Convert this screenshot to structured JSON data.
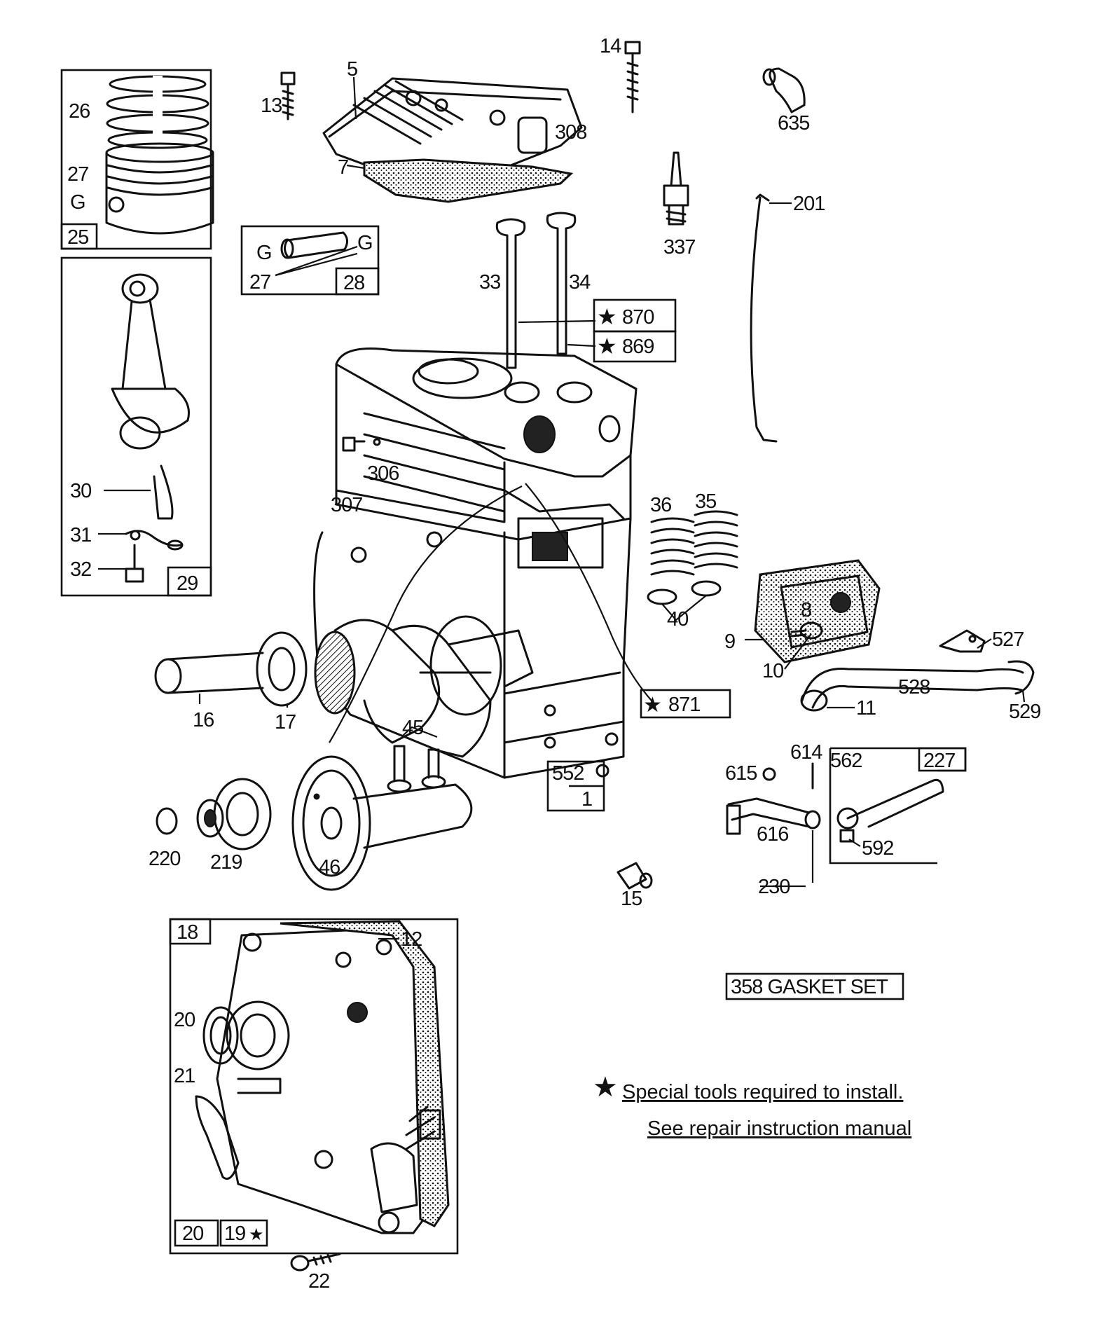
{
  "callouts": {
    "c5": "5",
    "c13": "13",
    "c14": "14",
    "c635": "635",
    "c308": "308",
    "c7": "7",
    "c337": "337",
    "c201": "201",
    "c26": "26",
    "c27a": "27",
    "c25": "25",
    "c27b": "27",
    "c28": "28",
    "c33": "33",
    "c34": "34",
    "c870": "870",
    "c869": "869",
    "c306": "306",
    "c307": "307",
    "c30": "30",
    "c31": "31",
    "c32": "32",
    "c29": "29",
    "c36": "36",
    "c35": "35",
    "c40": "40",
    "c8": "8",
    "c9": "9",
    "c10": "10",
    "c11": "11",
    "c527": "527",
    "c528": "528",
    "c529": "529",
    "c16": "16",
    "c17": "17",
    "c871": "871",
    "c45": "45",
    "c552": "552",
    "c1": "1",
    "c220": "220",
    "c219": "219",
    "c46": "46",
    "c15": "15",
    "c615": "615",
    "c614": "614",
    "c562": "562",
    "c227": "227",
    "c616": "616",
    "c592": "592",
    "c230": "230",
    "c18": "18",
    "c12": "12",
    "c20a": "20",
    "c21": "21",
    "c20b": "20",
    "c19": "19",
    "c22": "22"
  },
  "ring_glyphs": {
    "g_ring_a": "G",
    "g_ring_b": "G",
    "g_ring_c": "G"
  },
  "gasket_set_box": "358 GASKET SET",
  "special_tools_note": {
    "line1": "Special tools required to install.",
    "line2": "See repair instruction manual"
  },
  "icons": {
    "special_tool_marker": "star-icon"
  }
}
